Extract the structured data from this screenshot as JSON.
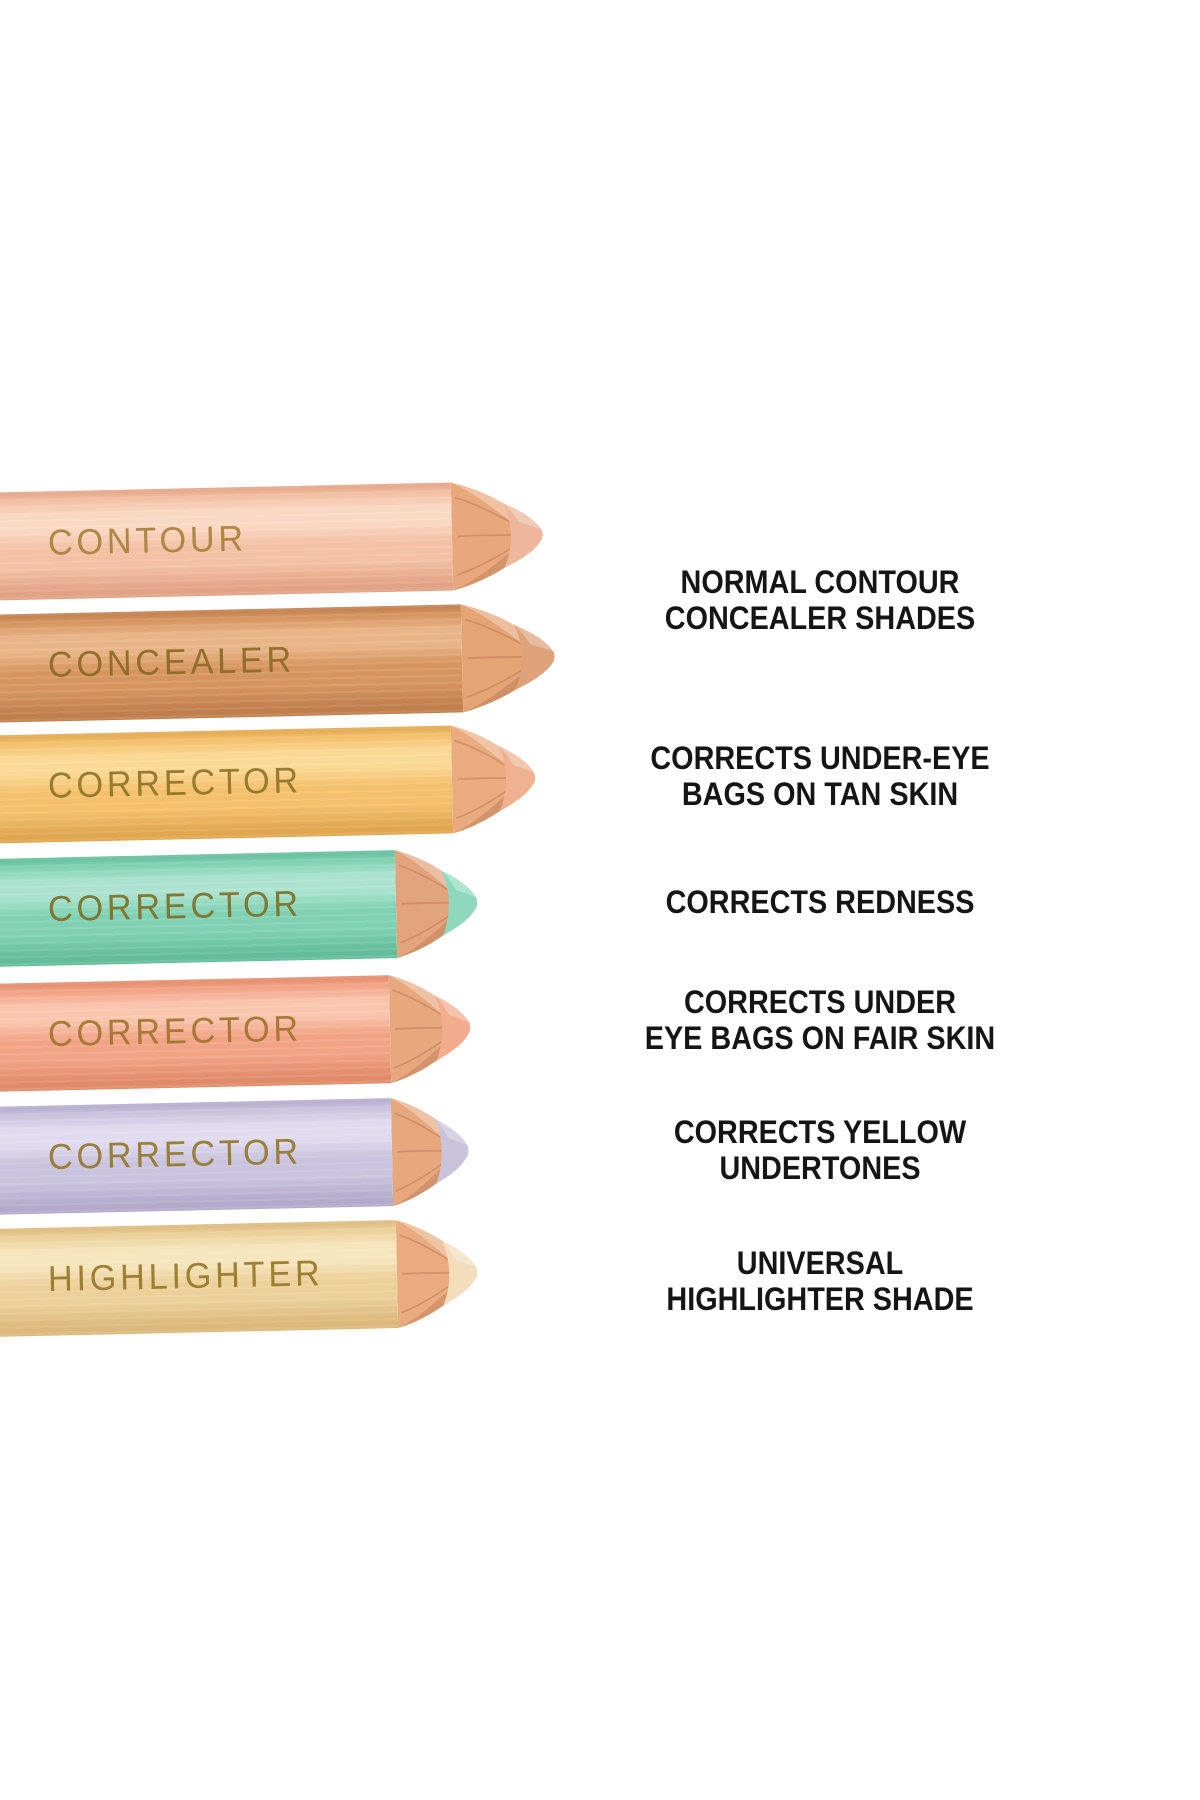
{
  "page": {
    "background_color": "#ffffff",
    "text_color": "#151515"
  },
  "pencils": [
    {
      "label": "CONTOUR",
      "label_color": "#a9803a",
      "body_color": "#f3c0a4",
      "highlight_color": "#fad9c4",
      "shadow_color": "#e2a285",
      "wood_color": "#e9a87c",
      "core_color": "#eeb79b"
    },
    {
      "label": "CONCEALER",
      "label_color": "#8d6a24",
      "body_color": "#d6955f",
      "highlight_color": "#e9b588",
      "shadow_color": "#bf7e4c",
      "wood_color": "#e5a476",
      "core_color": "#dfa37c"
    },
    {
      "label": "CORRECTOR",
      "label_color": "#8f7428",
      "body_color": "#f4c06c",
      "highlight_color": "#fad995",
      "shadow_color": "#e0a650",
      "wood_color": "#eaab7e",
      "core_color": "#efb18f"
    },
    {
      "label": "CORRECTOR",
      "label_color": "#7e7026",
      "body_color": "#80d1b4",
      "highlight_color": "#abe3d0",
      "shadow_color": "#63bc9c",
      "wood_color": "#e2a47c",
      "core_color": "#8fd8bd"
    },
    {
      "label": "CORRECTOR",
      "label_color": "#a2742f",
      "body_color": "#f2a385",
      "highlight_color": "#f9c5af",
      "shadow_color": "#e18a6a",
      "wood_color": "#e7a87e",
      "core_color": "#f3ad8e"
    },
    {
      "label": "CORRECTOR",
      "label_color": "#94782e",
      "body_color": "#c9c3dd",
      "highlight_color": "#e0dbee",
      "shadow_color": "#b1aacb",
      "wood_color": "#e7a87e",
      "core_color": "#c9c3dc"
    },
    {
      "label": "HIGHLIGHTER",
      "label_color": "#97782a",
      "body_color": "#ebd099",
      "highlight_color": "#f6e5bd",
      "shadow_color": "#dbb87b",
      "wood_color": "#e9ab7f",
      "core_color": "#f2debc"
    }
  ],
  "annotations": [
    {
      "lines": [
        "NORMAL CONTOUR",
        "CONCEALER SHADES"
      ]
    },
    {
      "lines": [
        "CORRECTS UNDER-EYE",
        "BAGS ON TAN SKIN"
      ]
    },
    {
      "lines": [
        "CORRECTS REDNESS"
      ]
    },
    {
      "lines": [
        "CORRECTS UNDER",
        "EYE BAGS ON FAIR SKIN"
      ]
    },
    {
      "lines": [
        "CORRECTS YELLOW",
        "UNDERTONES"
      ]
    },
    {
      "lines": [
        "UNIVERSAL",
        "HIGHLIGHTER SHADE"
      ]
    }
  ]
}
